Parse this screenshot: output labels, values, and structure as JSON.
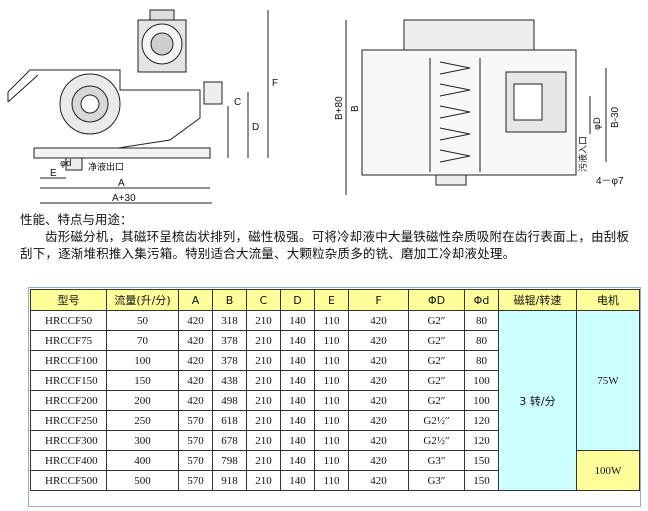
{
  "drawing": {
    "side_labels": {
      "d": "φd",
      "outlet": "净液出口",
      "E": "E",
      "A": "A",
      "A30": "A+30",
      "C": "C",
      "D": "D",
      "F": "F"
    },
    "top_labels": {
      "B80": "B+80",
      "B": "B",
      "B30": "B-30",
      "phiD": "φD",
      "inlet": "污液入口",
      "holes": "4－φ7"
    }
  },
  "heading": "性能、特点与用途：",
  "paragraph": "齿形磁分机，其磁环呈梳齿状排列，磁性极强。可将冷却液中大量铁磁性杂质吸附在齿行表面上，由刮板刮下，逐渐堆积推入集污箱。特别适合大流量、大颗粒杂质多的铣、磨加工冷却液处理。",
  "table": {
    "headers": [
      "型号",
      "流量(升/分)",
      "A",
      "B",
      "C",
      "D",
      "E",
      "F",
      "ΦD",
      "Φd",
      "磁辊/转速",
      "电机"
    ],
    "rows": [
      [
        "HRCCF50",
        "50",
        "420",
        "318",
        "210",
        "140",
        "110",
        "420",
        "G2″",
        "80"
      ],
      [
        "HRCCF75",
        "70",
        "420",
        "378",
        "210",
        "140",
        "110",
        "420",
        "G2″",
        "80"
      ],
      [
        "HRCCF100",
        "100",
        "420",
        "378",
        "210",
        "140",
        "110",
        "420",
        "G2″",
        "80"
      ],
      [
        "HRCCF150",
        "150",
        "420",
        "438",
        "210",
        "140",
        "110",
        "420",
        "G2″",
        "100"
      ],
      [
        "HRCCF200",
        "200",
        "420",
        "498",
        "210",
        "140",
        "110",
        "420",
        "G2″",
        "100"
      ],
      [
        "HRCCF250",
        "250",
        "570",
        "618",
        "210",
        "140",
        "110",
        "420",
        "G2½″",
        "120"
      ],
      [
        "HRCCF300",
        "300",
        "570",
        "678",
        "210",
        "140",
        "110",
        "420",
        "G2½″",
        "120"
      ],
      [
        "HRCCF400",
        "400",
        "570",
        "798",
        "210",
        "140",
        "110",
        "420",
        "G3″",
        "150"
      ],
      [
        "HRCCF500",
        "500",
        "570",
        "918",
        "210",
        "140",
        "110",
        "420",
        "G3″",
        "150"
      ]
    ],
    "speed": "3 转/分",
    "motor_a": "75W",
    "motor_b": "100W"
  },
  "colors": {
    "header_bg": "#ffff99",
    "cell_bg": "#ccffff"
  }
}
